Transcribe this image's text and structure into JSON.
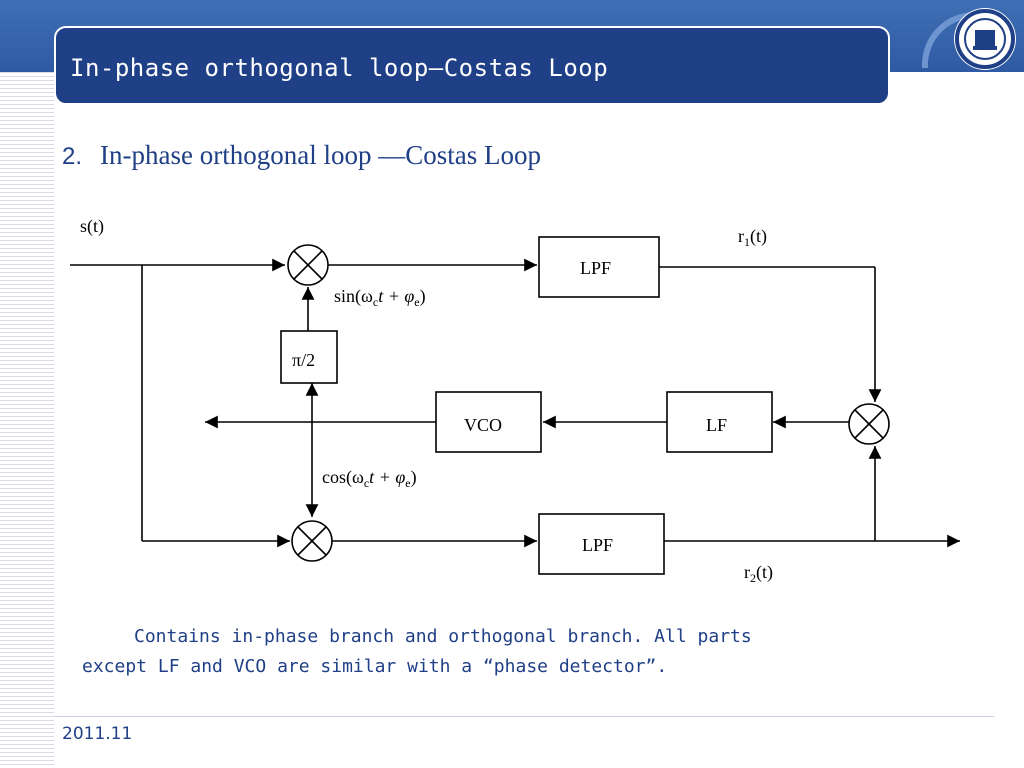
{
  "header": {
    "title": "In-phase orthogonal loop—Costas Loop"
  },
  "section": {
    "number": "2.",
    "heading": "In-phase orthogonal loop —Costas Loop"
  },
  "diagram": {
    "input_label": "s(t)",
    "lpf_top_label": "LPF",
    "lpf_bottom_label": "LPF",
    "phase_shift_label": "π/2",
    "vco_label": "VCO",
    "lf_label": "LF",
    "r1_label": "r",
    "r1_sub": "1",
    "r1_suffix": "(t)",
    "r2_label": "r",
    "r2_sub": "2",
    "r2_suffix": "(t)",
    "sin_label": "sin(ω",
    "sin_sub": "c",
    "sin_mid": "t + φ",
    "sin_sub2": "e",
    "sin_end": ")",
    "cos_label": "cos(ω",
    "cos_sub": "c",
    "cos_mid": "t + φ",
    "cos_sub2": "e",
    "cos_end": ")"
  },
  "description": {
    "line1": "Contains in-phase branch and orthogonal branch. All parts",
    "line2": "except LF and VCO are similar with a  “phase detector”."
  },
  "footer": {
    "date": "2011.11"
  },
  "colors": {
    "band": "#2f5aa3",
    "title_box": "#1f3f86",
    "text_blue": "#1f3f86"
  }
}
